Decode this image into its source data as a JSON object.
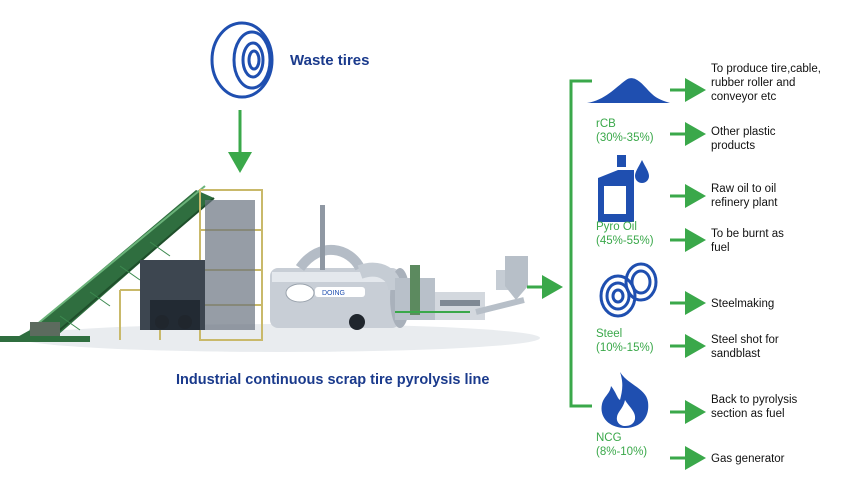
{
  "input": {
    "label": "Waste tires",
    "icon": "tire-icon"
  },
  "machine": {
    "caption": "Industrial continuous scrap tire pyrolysis line",
    "brand": "DOING"
  },
  "colors": {
    "arrow": "#3aa84a",
    "icon": "#1f4fb0",
    "title": "#1a3a8c",
    "text": "#111111"
  },
  "products": [
    {
      "icon": "powder-pile-icon",
      "name": "rCB",
      "share": "(30%-35%)",
      "uses": [
        "To produce tire,cable, rubber roller and conveyor etc",
        "Other plastic products"
      ]
    },
    {
      "icon": "oil-canister-icon",
      "name": "Pyro Oil",
      "share": "(45%-55%)",
      "uses": [
        "Raw oil to oil refinery plant",
        "To be burnt as fuel"
      ]
    },
    {
      "icon": "steel-wire-icon",
      "name": "Steel",
      "share": "(10%-15%)",
      "uses": [
        "Steelmaking",
        "Steel shot for sandblast"
      ]
    },
    {
      "icon": "flame-icon",
      "name": "NCG",
      "share": "(8%-10%)",
      "uses": [
        "Back to pyrolysis section as fuel",
        "Gas generator"
      ]
    }
  ]
}
